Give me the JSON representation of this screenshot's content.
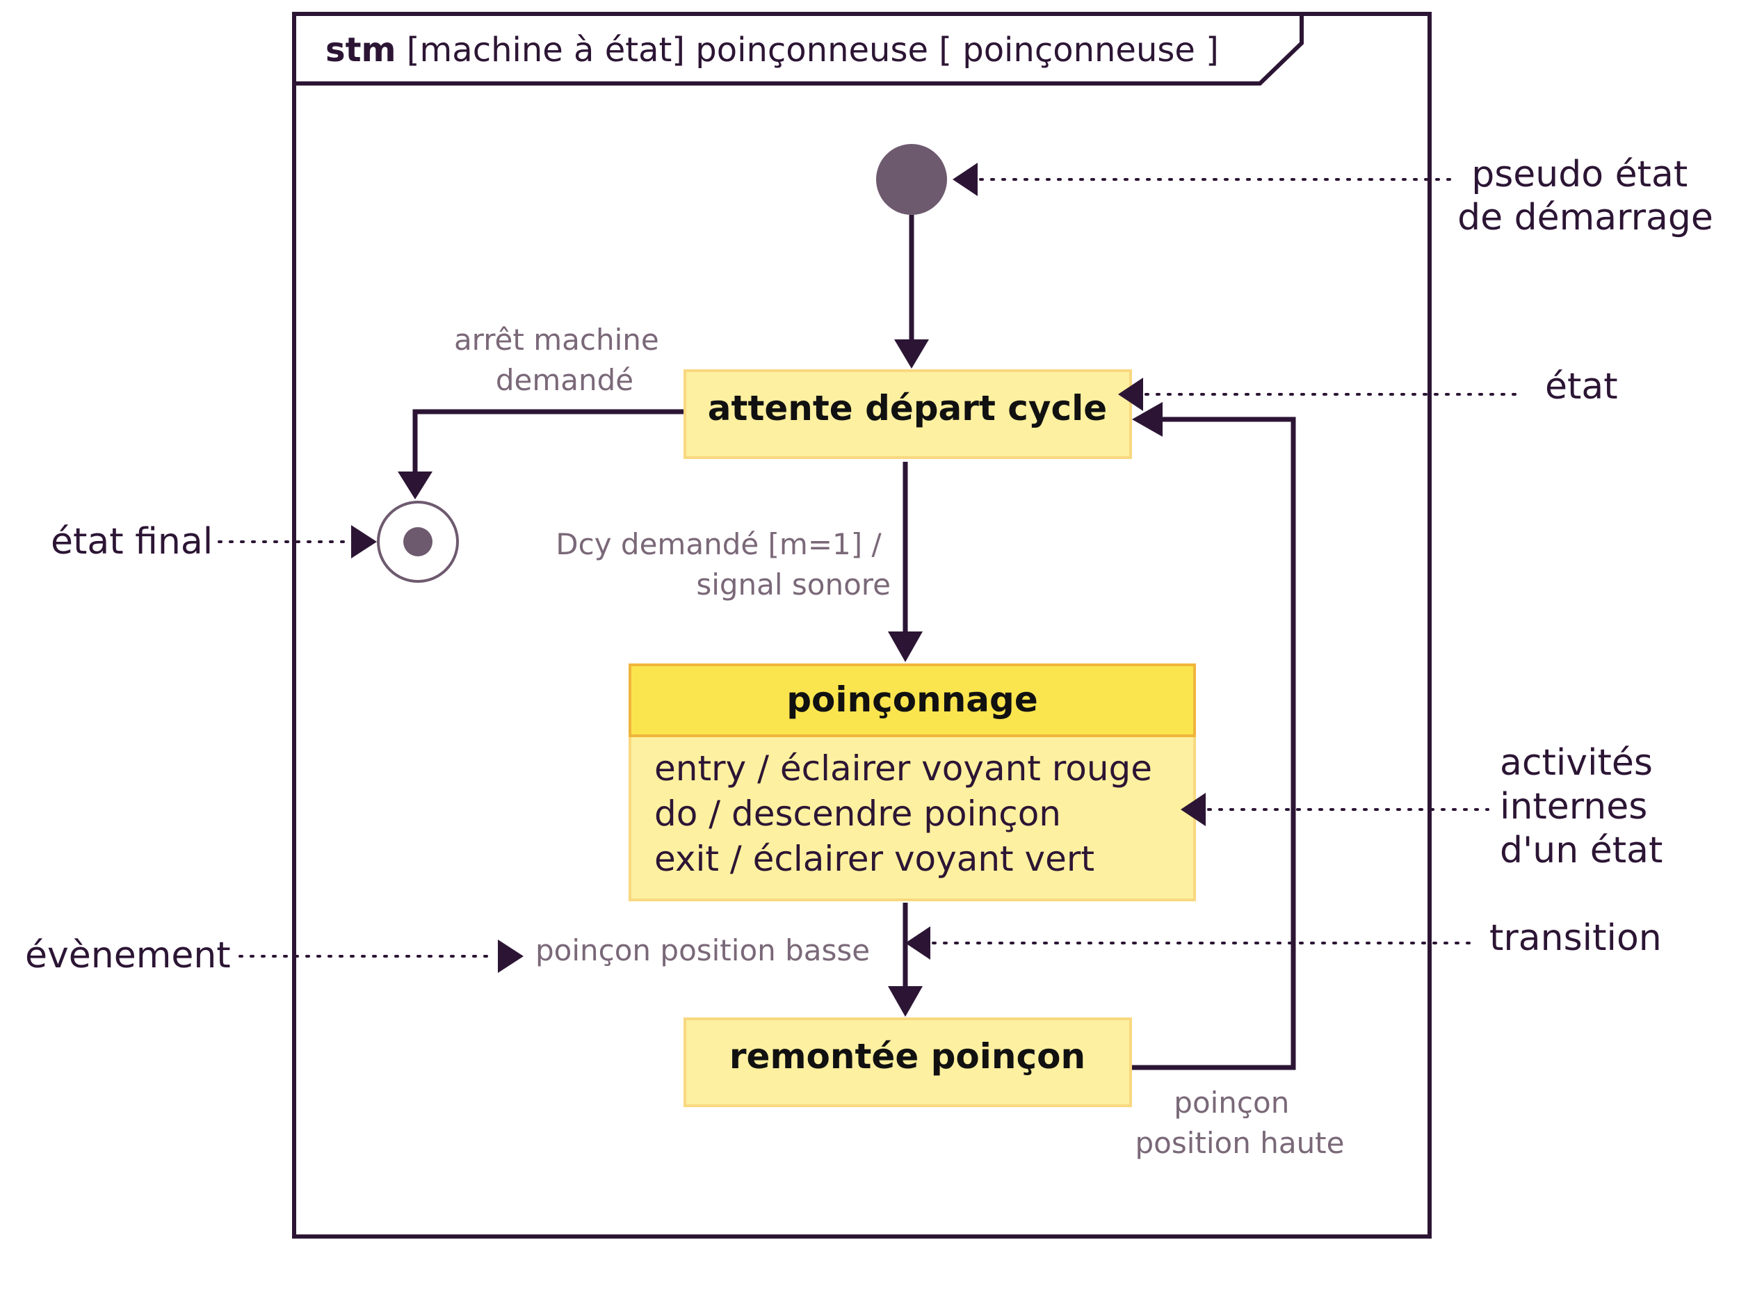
{
  "frame": {
    "keyword": "stm",
    "title": " [machine à état] poinçonneuse [ poinçonneuse ]"
  },
  "states": {
    "waiting": {
      "title": "attente départ cycle"
    },
    "punching": {
      "title": "poinçonnage",
      "activities": [
        "entry / éclairer voyant rouge",
        "do / descendre poinçon",
        "exit / éclairer voyant vert"
      ]
    },
    "raising": {
      "title": "remontée poinçon"
    }
  },
  "transitions": {
    "stop": {
      "label": [
        "arrêt machine",
        "demandé"
      ]
    },
    "start_cycle": {
      "label": [
        "Dcy demandé [m=1] /",
        "signal sonore"
      ]
    },
    "low_position": {
      "label": "poinçon position basse"
    },
    "high_position": {
      "label": [
        "poinçon",
        "position haute"
      ]
    }
  },
  "annotations": {
    "initial": [
      "pseudo état",
      "de démarrage"
    ],
    "state": "état",
    "final": "état final",
    "activities": [
      "activités",
      "internes",
      "d'un état"
    ],
    "event": "évènement",
    "transition": "transition"
  },
  "colors": {
    "ink": "#2c1534",
    "state_fill": "#fdf0a0",
    "state_header_fill": "#fbe54e",
    "state_header_border": "#f0b53c",
    "guard_text": "#7a6878",
    "pseudo_state": "#6e5a6f"
  }
}
